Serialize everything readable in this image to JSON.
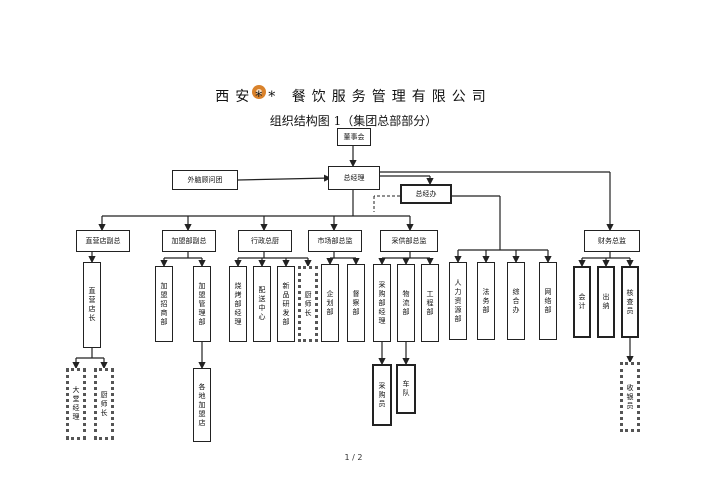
{
  "header": {
    "title": "西安** 餐饮服务管理有限公司",
    "subtitle": "组织结构图 1（集团总部部分）",
    "page": "1 / 2"
  },
  "nodes": {
    "board": "董事会",
    "gm": "总经理",
    "external": "外脑顾问团",
    "gm_office": "总经办",
    "dept_direct": "直营店副总",
    "dept_franchise": "加盟部副总",
    "dept_admin": "行政总厨",
    "dept_market": "市场部总监",
    "dept_purchase": "采供部总监",
    "dept_finance": "财务总监",
    "store_manager": "直营店长",
    "lobby_manager": "大堂经理",
    "chef_head": "厨师长",
    "franchise_invest": "加盟招商部",
    "franchise_manage": "加盟管理部",
    "franchise_stores": "各地加盟店",
    "bbq_manager": "烧烤部经理",
    "delivery_center": "配送中心",
    "product_dev": "新品研发部",
    "chef_team": "厨师长",
    "planning": "企划部",
    "supervision": "督察部",
    "purchase_manager": "采购部经理",
    "logistics": "物流部",
    "engineering": "工程部",
    "purchaser": "采购员",
    "fleet": "车队",
    "hr": "人力资源部",
    "legal": "法务部",
    "general_office": "综合办",
    "network": "网络部",
    "accounting": "会计",
    "cashier": "出纳",
    "auditor": "核查员",
    "collector": "收银员"
  },
  "colors": {
    "line": "#222222",
    "logo": "#d9822b"
  }
}
